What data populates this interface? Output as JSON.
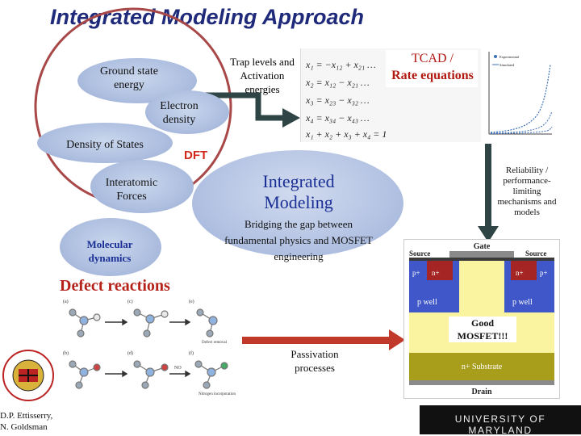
{
  "title": "Integrated Modeling Approach",
  "dft": {
    "label": "DFT",
    "bubbles": {
      "ground_state": "Ground state energy",
      "electron_density": "Electron density",
      "density_of_states": "Density of States",
      "interatomic_forces": "Interatomic Forces"
    }
  },
  "molecular_dynamics": "Molecular dynamics",
  "trap_levels": "Trap levels and Activation energies",
  "tcad": {
    "line1": "TCAD /",
    "line2": "Rate equations"
  },
  "integrated": {
    "title": "Integrated Modeling",
    "subtitle": "Bridging the gap between fundamental physics and MOSFET engineering"
  },
  "reliability": "Reliability / performance-limiting mechanisms and models",
  "defect": {
    "title": "Defect reactions",
    "panels": [
      "(a)",
      "(c)",
      "(e)",
      "(b)",
      "(d)",
      "(f)"
    ],
    "captions": [
      "Defect removal",
      "Nitrogen incorporation"
    ],
    "no_label": "NO"
  },
  "passivation": "Passivation processes",
  "mosfet": {
    "gate": "Gate",
    "source_left": "Source",
    "source_right": "Source",
    "p_plus": "p+",
    "n_plus": "n+",
    "p_well": "p well",
    "substrate": "n+ Substrate",
    "drain": "Drain",
    "good": "Good MOSFET!!!"
  },
  "equations": {
    "lines": [
      "x₁ = −x₁₂ + x₂₁ …",
      "x₂ = x₁₂ − x₂₁ …",
      "x₃ = x₂₃ − x₃₂ …",
      "x₄ = x₃₄ − x₄₃ …",
      "x₁ + x₂ + x₃ + x₄ = 1"
    ]
  },
  "plot": {
    "legend": [
      "Experimental",
      "Simulated"
    ]
  },
  "credit": {
    "line1": "D.P. Ettisserry,",
    "line2": "N. Goldsman"
  },
  "university": "UNIVERSITY OF MARYLAND",
  "colors": {
    "title": "#1f2a7a",
    "dft": "#d0281b",
    "tcad": "#b01810",
    "integrated": "#1a2f95",
    "defect_title": "#b5221a",
    "arrow_gray": "#3a4a4a",
    "arrow_red": "#c0392b",
    "circle": "#a03c3c"
  }
}
